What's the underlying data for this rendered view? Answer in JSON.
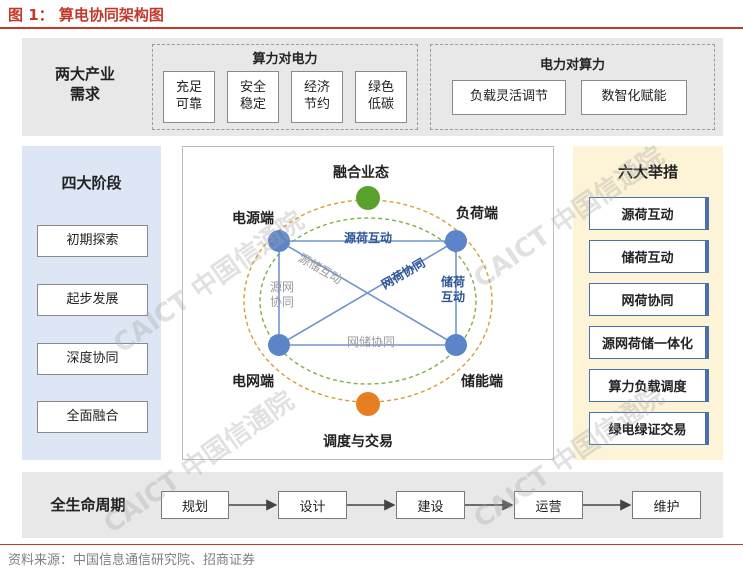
{
  "figure_title": "图 1：  算电协同架构图",
  "source": "资料来源：中国信息通信研究院、招商证券",
  "watermark": "CAICT 中国信通院",
  "top": {
    "label": "两大产业需求",
    "label_lines": [
      "两大产业",
      "需求"
    ],
    "left_group": {
      "title": "算力对电力",
      "items": [
        {
          "lines": [
            "充足",
            "可靠"
          ]
        },
        {
          "lines": [
            "安全",
            "稳定"
          ]
        },
        {
          "lines": [
            "经济",
            "节约"
          ]
        },
        {
          "lines": [
            "绿色",
            "低碳"
          ]
        }
      ]
    },
    "right_group": {
      "title": "电力对算力",
      "items": [
        "负载灵活调节",
        "数智化赋能"
      ]
    }
  },
  "left_panel": {
    "title": "四大阶段",
    "items": [
      "初期探索",
      "起步发展",
      "深度协同",
      "全面融合"
    ]
  },
  "center": {
    "nodes": {
      "top": "融合业态",
      "bottom": "调度与交易",
      "power_source": "电源端",
      "load": "负荷端",
      "grid": "电网端",
      "storage": "储能端"
    },
    "edges": {
      "source_load": "源荷互动",
      "source_storage": "源储互动",
      "grid_load": "网荷协同",
      "load_storage": [
        "储荷",
        "互动"
      ],
      "source_grid": [
        "源网",
        "协同"
      ],
      "grid_storage": "网储协同"
    },
    "colors": {
      "node": "#5b85c8",
      "top_node": "#5aa02c",
      "bottom_node": "#e67e22",
      "line": "#6f96cf"
    }
  },
  "right_panel": {
    "title": "六大举措",
    "items": [
      "源荷互动",
      "储荷互动",
      "网荷协同",
      "源网荷储一体化",
      "算力负载调度",
      "绿电绿证交易"
    ]
  },
  "bottom": {
    "label": "全生命周期",
    "stages": [
      "规划",
      "设计",
      "建设",
      "运营",
      "维护"
    ]
  }
}
